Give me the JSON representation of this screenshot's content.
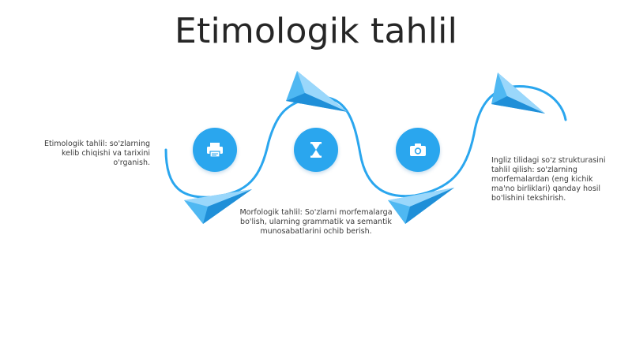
{
  "slide": {
    "title": "Etimologik tahlil",
    "accent_color": "#2aa6ee",
    "steps": [
      {
        "icon": "printer-icon",
        "text": "Etimologik tahlil: so'zlarning kelib chiqishi va tarixini o'rganish."
      },
      {
        "icon": "hourglass-icon",
        "text": "Morfologik tahlil: So'zlarni morfemalarga bo'lish, ularning grammatik va semantik munosabatlarini ochib berish."
      },
      {
        "icon": "camera-icon",
        "text": "Ingliz tilidagi so'z strukturasini tahlil qilish: so'zlarning morfemalardan (eng kichik ma'no birliklari) qanday hosil bo'lishini tekshirish."
      }
    ]
  }
}
